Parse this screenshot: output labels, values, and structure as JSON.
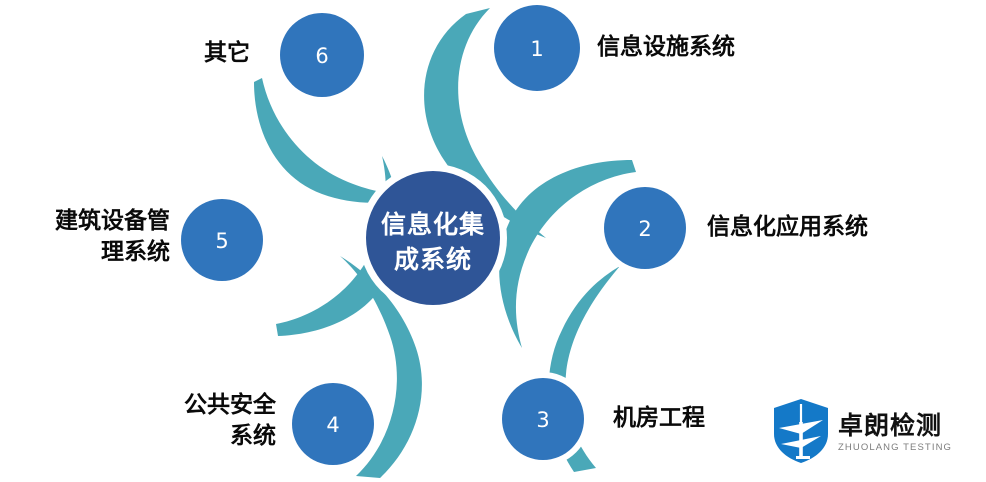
{
  "diagram": {
    "type": "radial-hub-and-spoke",
    "hub": {
      "text_line1": "信息化集",
      "text_line2": "成系统",
      "full_text": "信息化集成系统",
      "color": "#2F5597",
      "text_color": "#FFFFFF"
    },
    "palette": {
      "node_blue": "#3075BC",
      "hub_blue": "#2F5597",
      "swoosh_teal": "#4AA8B8",
      "label_black": "#0A0A0A",
      "background": "#FFFFFF"
    },
    "nodes": [
      {
        "number": "1",
        "label": "信息设施系统",
        "label_side": "right"
      },
      {
        "number": "2",
        "label": "信息化应用系统",
        "label_side": "right"
      },
      {
        "number": "3",
        "label": "机房工程",
        "label_side": "right"
      },
      {
        "number": "4",
        "label": "公共安全\n系统",
        "label_side": "left"
      },
      {
        "number": "5",
        "label": "建筑设备管\n理系统",
        "label_side": "left"
      },
      {
        "number": "6",
        "label": "其它",
        "label_side": "left"
      }
    ]
  },
  "logo": {
    "name_cn": "卓朗检测",
    "name_en": "ZHUOLANG TESTING",
    "mark_color": "#1479C8",
    "cn_color": "#111111",
    "en_color": "#7D7D7D"
  }
}
